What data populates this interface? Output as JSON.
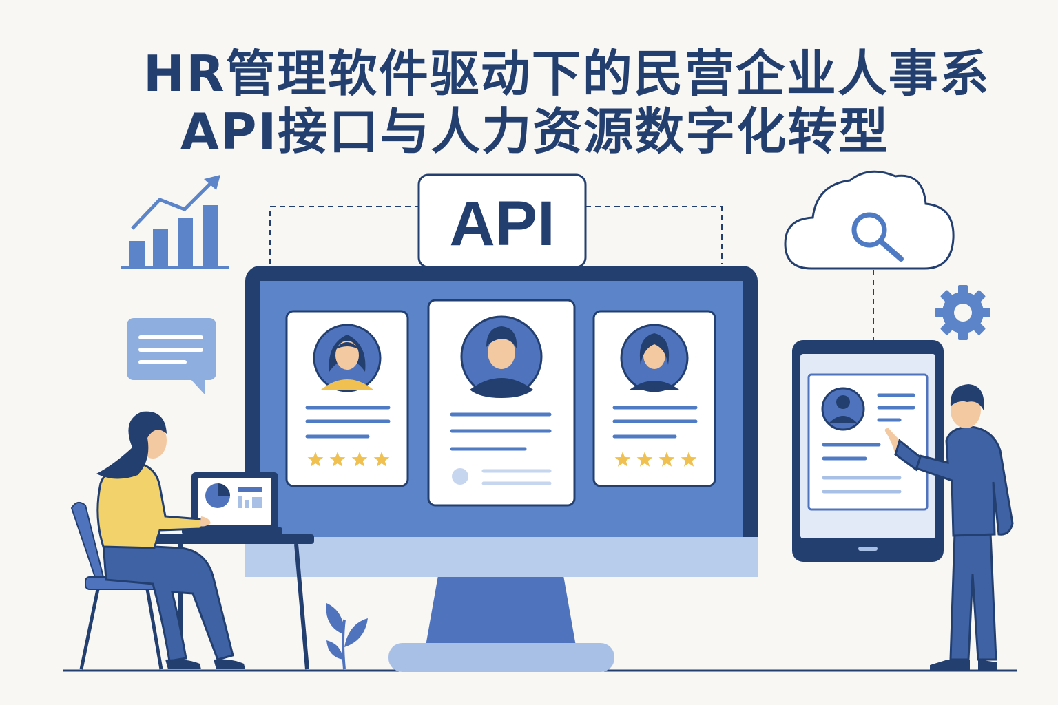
{
  "title": {
    "line1": "HR管理软件驱动下的民营企业人事系",
    "line2": "API接口与人力资源数字化转型"
  },
  "api_label": "API",
  "profile_cards": [
    {
      "rating": 4
    },
    {
      "rating": 0
    },
    {
      "rating": 4
    }
  ],
  "colors": {
    "navy": "#233f6f",
    "monitor_blue": "#5b84c9",
    "accent_blue": "#4f7ac4",
    "light_blue": "#a9c0e6",
    "star_gold": "#f0c050",
    "skin": "#f3c9a1",
    "background": "#f8f7f4"
  },
  "icons": [
    "growth-chart-icon",
    "chat-bubble-icon",
    "cloud-search-icon",
    "gear-icon",
    "plant-icon"
  ]
}
